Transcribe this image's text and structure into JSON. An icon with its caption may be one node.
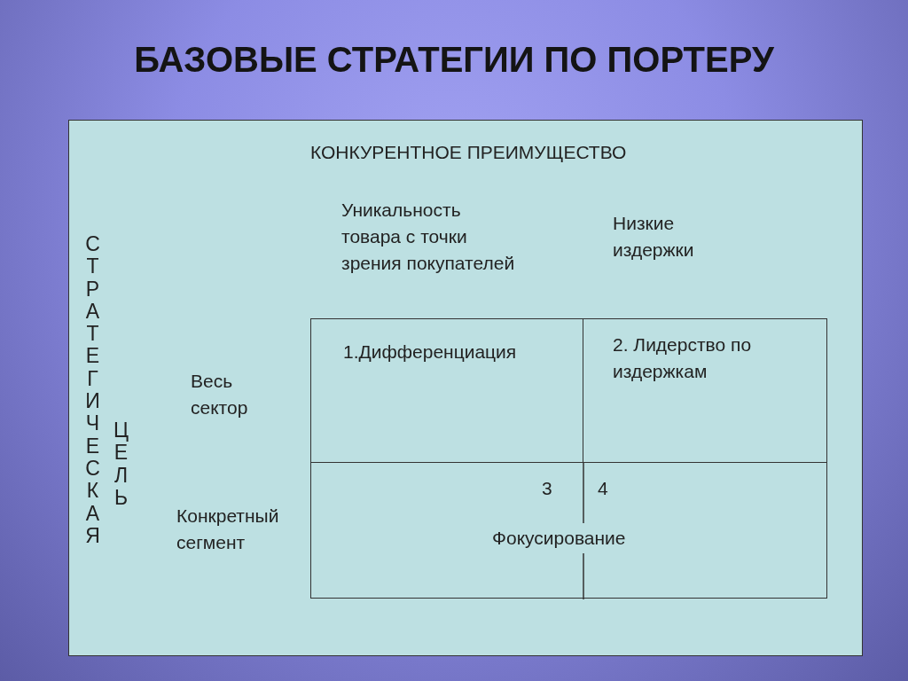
{
  "diagram": {
    "title": "БАЗОВЫЕ СТРАТЕГИИ ПО ПОРТЕРУ",
    "nodes": [
      {
        "text": [
          "1.Дифференциация"
        ]
      },
      {
        "text": [
          "2. Лидерство по издержкам"
        ]
      },
      {
        "text": [
          "3",
          "4",
          "Фокусирование"
        ]
      }
    ],
    "labels": [
      "КОНКУРЕНТНОЕ ПРЕИМУЩЕСТВО",
      "Уникальность товара с точки зрения покупателей",
      "Низкие издержки",
      "СТРАТЕГИЧЕСКАЯ",
      "ЦЕЛЬ",
      "Весь сектор",
      "Конкретный сегмент"
    ]
  }
}
